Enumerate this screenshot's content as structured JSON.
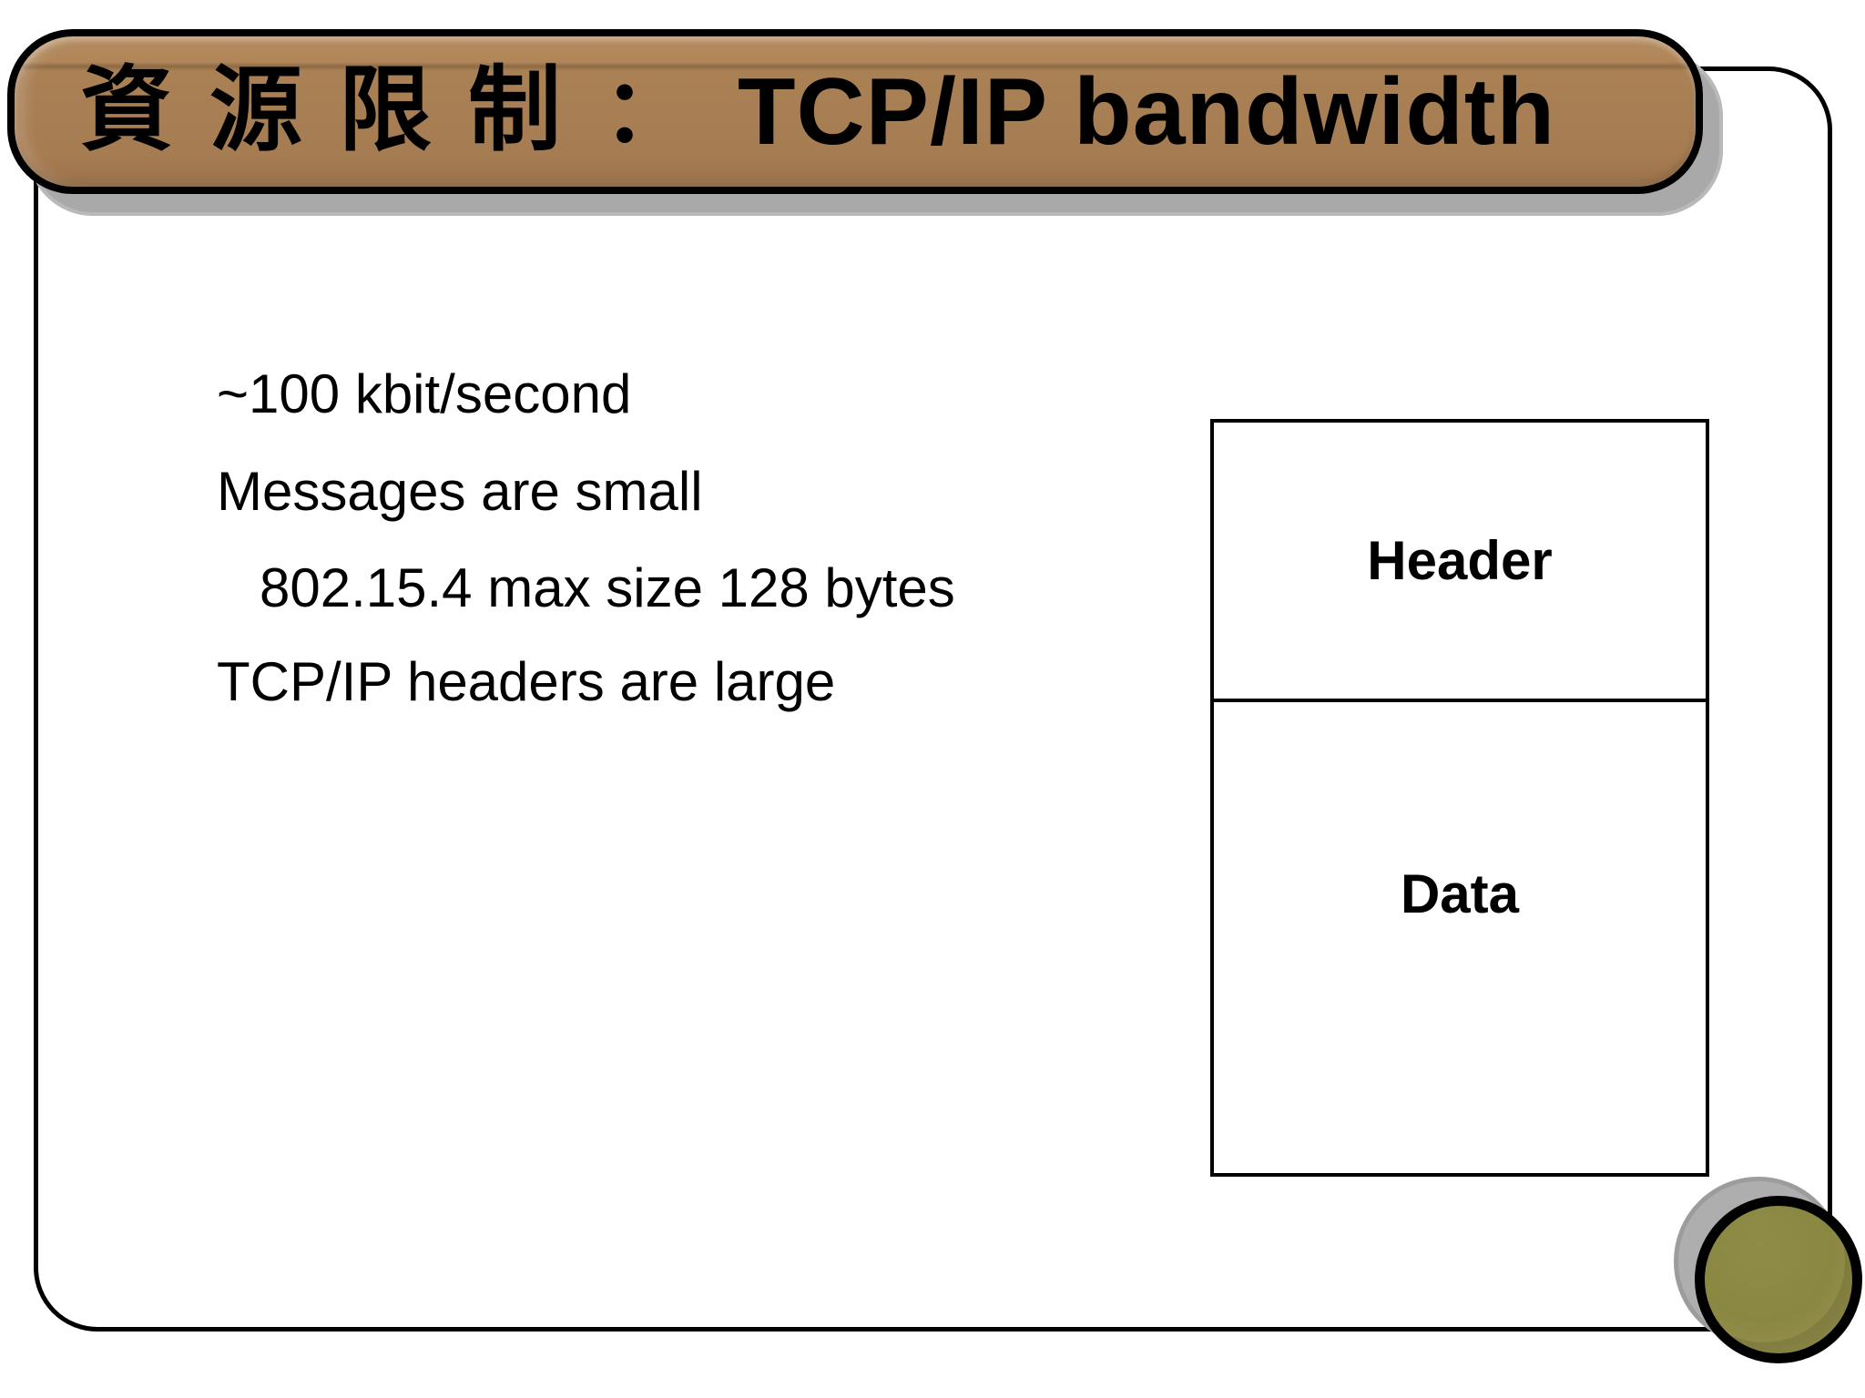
{
  "slide": {
    "title": {
      "chinese": "資源限制",
      "colon": "：",
      "latin": "TCP/IP bandwidth"
    },
    "bullets": [
      {
        "text": "~100 kbit/second"
      },
      {
        "text": "Messages are small"
      },
      {
        "text": "802.15.4 max size 128 bytes"
      },
      {
        "text": "TCP/IP headers are large"
      }
    ],
    "packet_diagram": {
      "header_label": "Header",
      "data_label": "Data"
    },
    "colors": {
      "banner_fill": "#a67c52",
      "banner_highlight": "#b48a60",
      "banner_border": "#000000",
      "shadow_gray": "#a9a9a9",
      "circle_olive": "#8a8742",
      "circle_border": "#000000",
      "frame_border": "#000000",
      "background": "#ffffff"
    }
  }
}
